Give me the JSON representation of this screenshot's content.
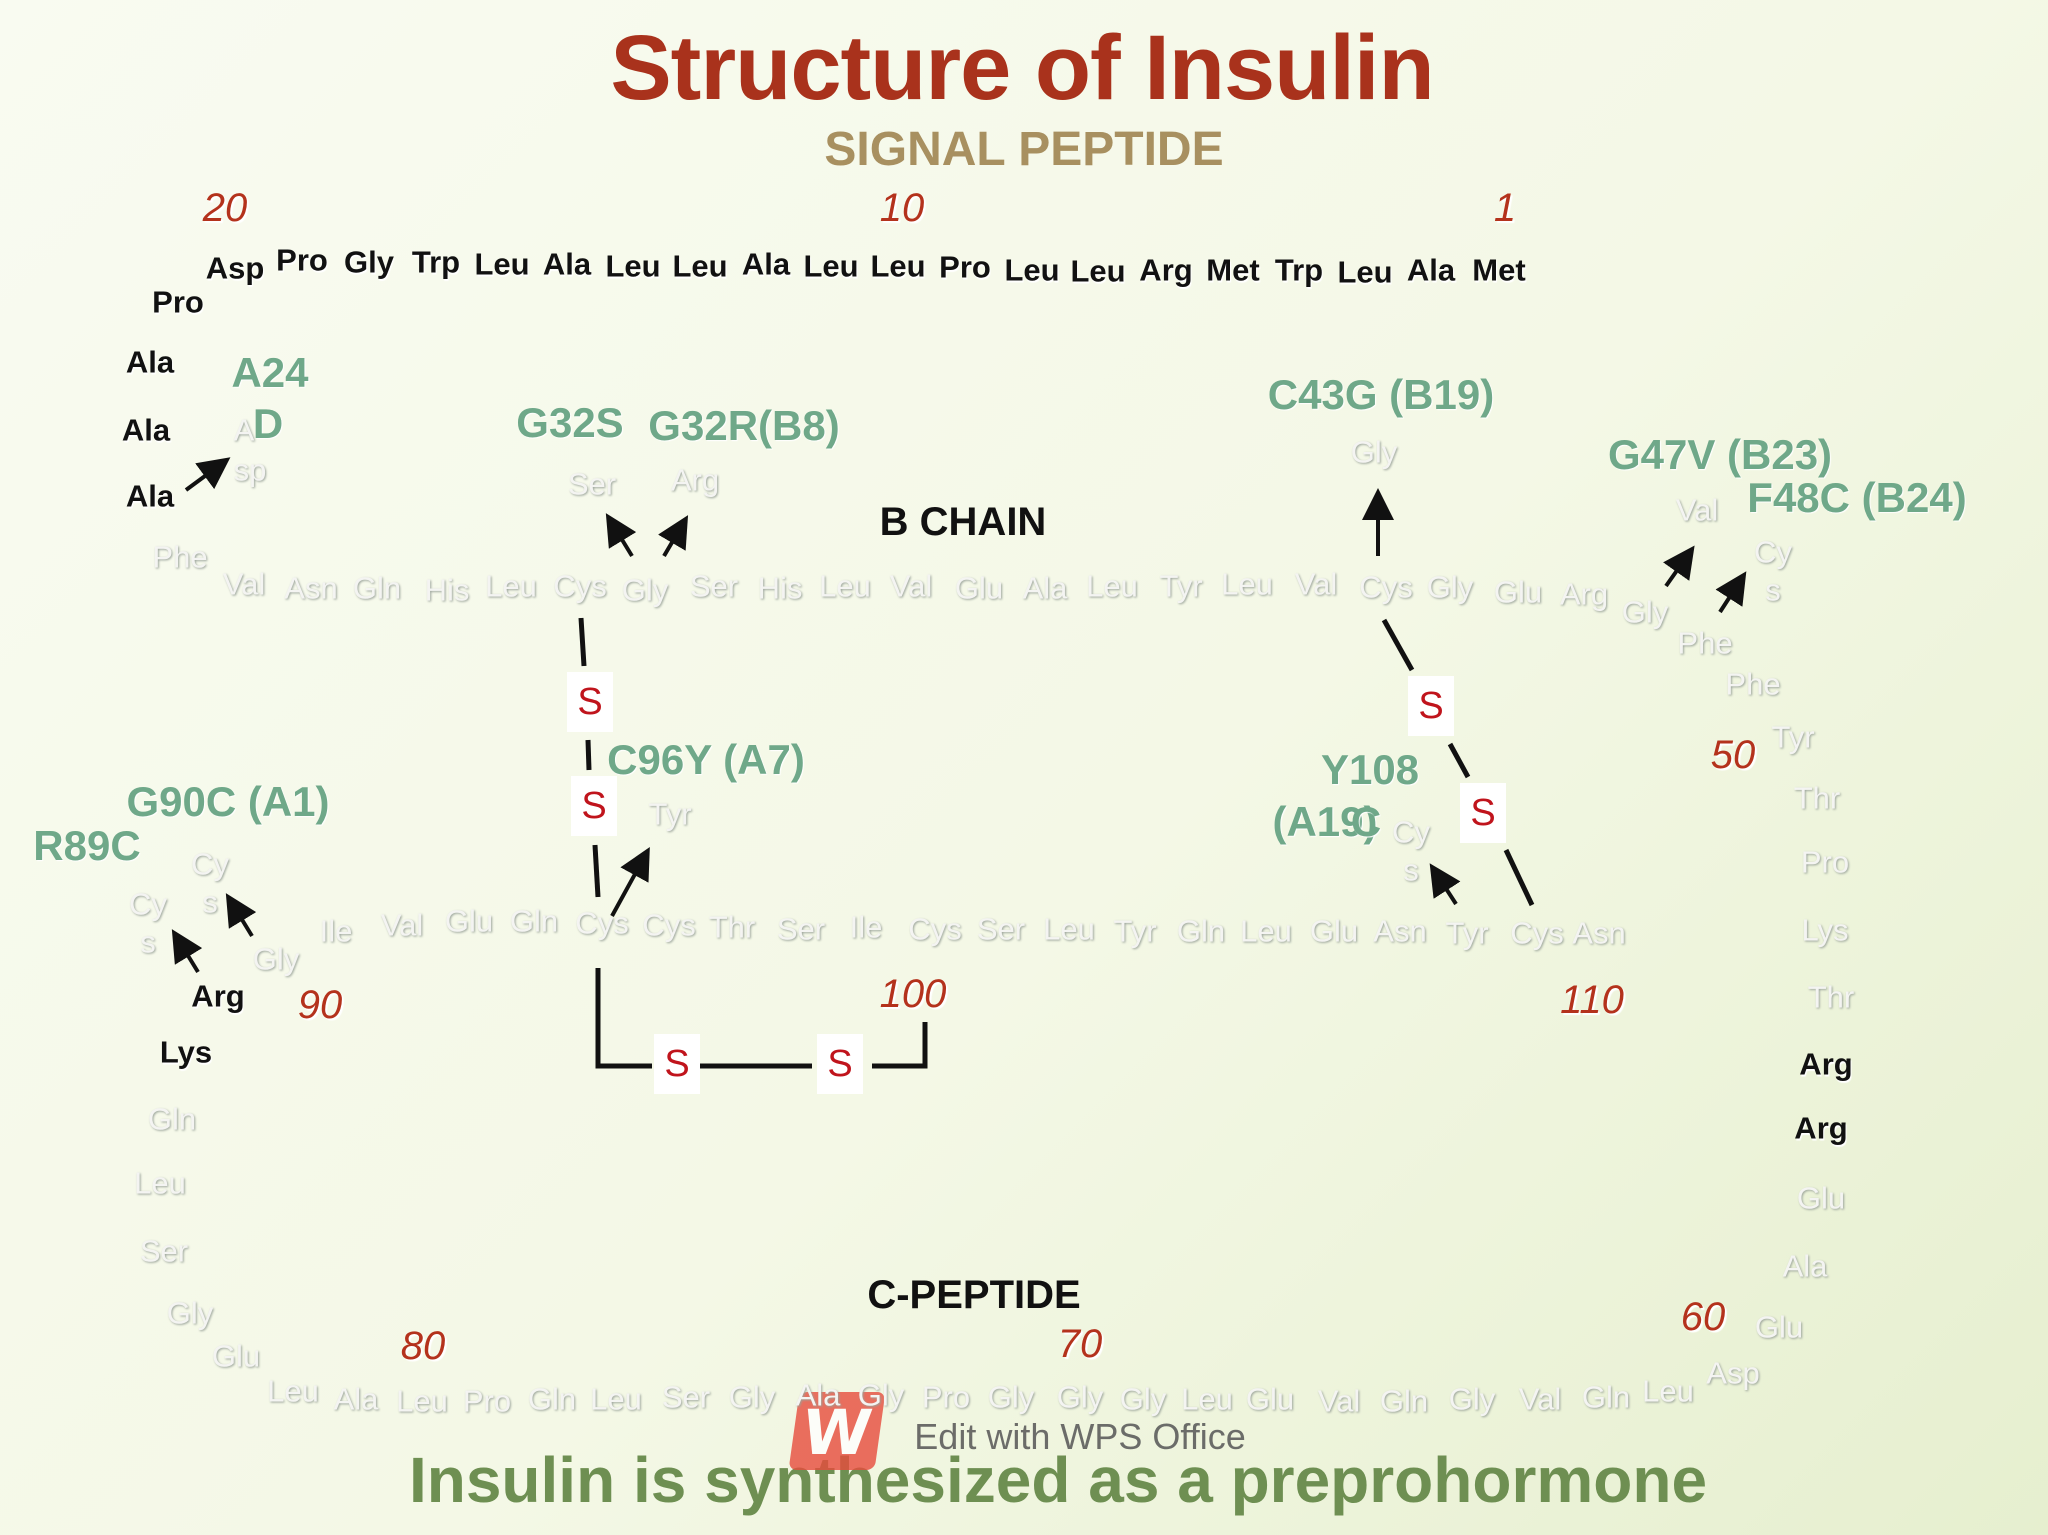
{
  "title": "Structure of Insulin",
  "signal_label": "SIGNAL PEPTIDE",
  "b_chain_label": "B CHAIN",
  "c_peptide_label": "C-PEPTIDE",
  "footer": "Insulin is synthesized as a preprohormone",
  "watermark": {
    "text": "Edit with WPS Office",
    "logo_letter": "W"
  },
  "disulfide_symbol": "S",
  "colors": {
    "title": "#a9321c",
    "mutation": "#6fa889",
    "sulfur": "#c0141c"
  },
  "numbers": [
    "1",
    "10",
    "20",
    "50",
    "60",
    "70",
    "80",
    "90",
    "100",
    "110"
  ],
  "mutations": [
    "A24",
    "D",
    "G32S",
    "G32R(B8)",
    "C43G (B19)",
    "G47V (B23)",
    "F48C (B24)",
    "C96Y (A7)",
    "Y108",
    "(A19)",
    "C",
    "G90C (A1)",
    "R89C"
  ],
  "signal_peptide": [
    "Met",
    "Ala",
    "Leu",
    "Trp",
    "Met",
    "Arg",
    "Leu",
    "Leu",
    "Pro",
    "Leu",
    "Leu",
    "Ala",
    "Leu",
    "Leu",
    "Ala",
    "Leu",
    "Trp",
    "Gly",
    "Pro",
    "Asp",
    "Pro",
    "Ala",
    "Ala",
    "Ala"
  ],
  "b_chain": [
    "Phe",
    "Val",
    "Asn",
    "Gln",
    "His",
    "Leu",
    "Cys",
    "Gly",
    "Ser",
    "His",
    "Leu",
    "Val",
    "Glu",
    "Ala",
    "Leu",
    "Tyr",
    "Leu",
    "Val",
    "Cys",
    "Gly",
    "Glu",
    "Arg",
    "Gly",
    "Phe",
    "Phe",
    "Tyr",
    "Thr",
    "Pro",
    "Lys",
    "Thr"
  ],
  "c_peptide": [
    "Arg",
    "Arg",
    "Glu",
    "Ala",
    "Glu",
    "Asp",
    "Leu",
    "Gln",
    "Val",
    "Gly",
    "Gln",
    "Val",
    "Glu",
    "Leu",
    "Gly",
    "Gly",
    "Gly",
    "Pro",
    "Gly",
    "Ala",
    "Gly",
    "Ser",
    "Leu",
    "Gln",
    "Pro",
    "Leu",
    "Ala",
    "Leu",
    "Glu",
    "Gly",
    "Ser",
    "Leu",
    "Gln",
    "Lys",
    "Arg"
  ],
  "a_chain": [
    "Gly",
    "Ile",
    "Val",
    "Glu",
    "Gln",
    "Cys",
    "Cys",
    "Thr",
    "Ser",
    "Ile",
    "Cys",
    "Ser",
    "Leu",
    "Tyr",
    "Gln",
    "Leu",
    "Glu",
    "Asn",
    "Tyr",
    "Cys",
    "Asn"
  ],
  "mutant_residues": [
    "Asp",
    "Ser",
    "Arg",
    "Gly",
    "Val",
    "Cys",
    "Tyr",
    "Cys",
    "Cys",
    "Cys"
  ],
  "mutant_residue_split": [
    "A",
    "sp",
    "Cy",
    "s"
  ]
}
